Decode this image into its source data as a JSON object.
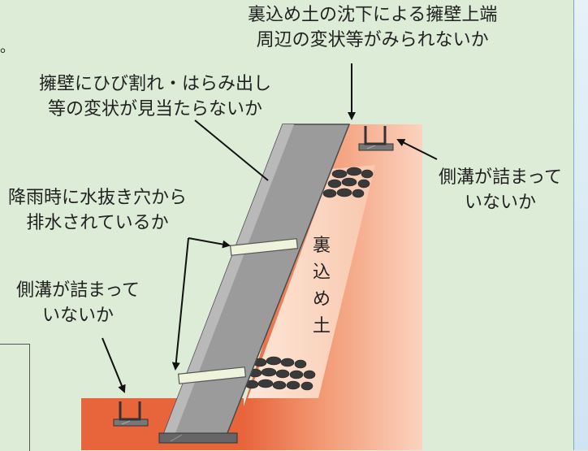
{
  "labels": {
    "backfill_settlement": [
      "裏込め土の沈下による擁壁上端",
      "周辺の変状等がみられないか"
    ],
    "wall_cracks": [
      "擁壁にひび割れ・はらみ出し",
      "等の変状が見当たらないか"
    ],
    "weep_holes": [
      "降雨時に水抜き穴から",
      "排水されているか"
    ],
    "gutter_left": [
      "側溝が詰まって",
      "いないか"
    ],
    "gutter_right": [
      "側溝が詰まって",
      "いないか"
    ],
    "backfill_tag": [
      "裏",
      "込",
      "め",
      "土"
    ],
    "stray_mark": "。"
  },
  "colors": {
    "background": "#dcecd6",
    "soil_dark": "#e8653c",
    "soil_light": "#fbd3bf",
    "wall": "#9b9b9b",
    "wall_edge": "#4a4a4a",
    "backfill": "#fde4d4",
    "gravel": "#3c3c3c",
    "weep_pipe": "#eaf2d8",
    "gutter": "#8a8a8a"
  }
}
